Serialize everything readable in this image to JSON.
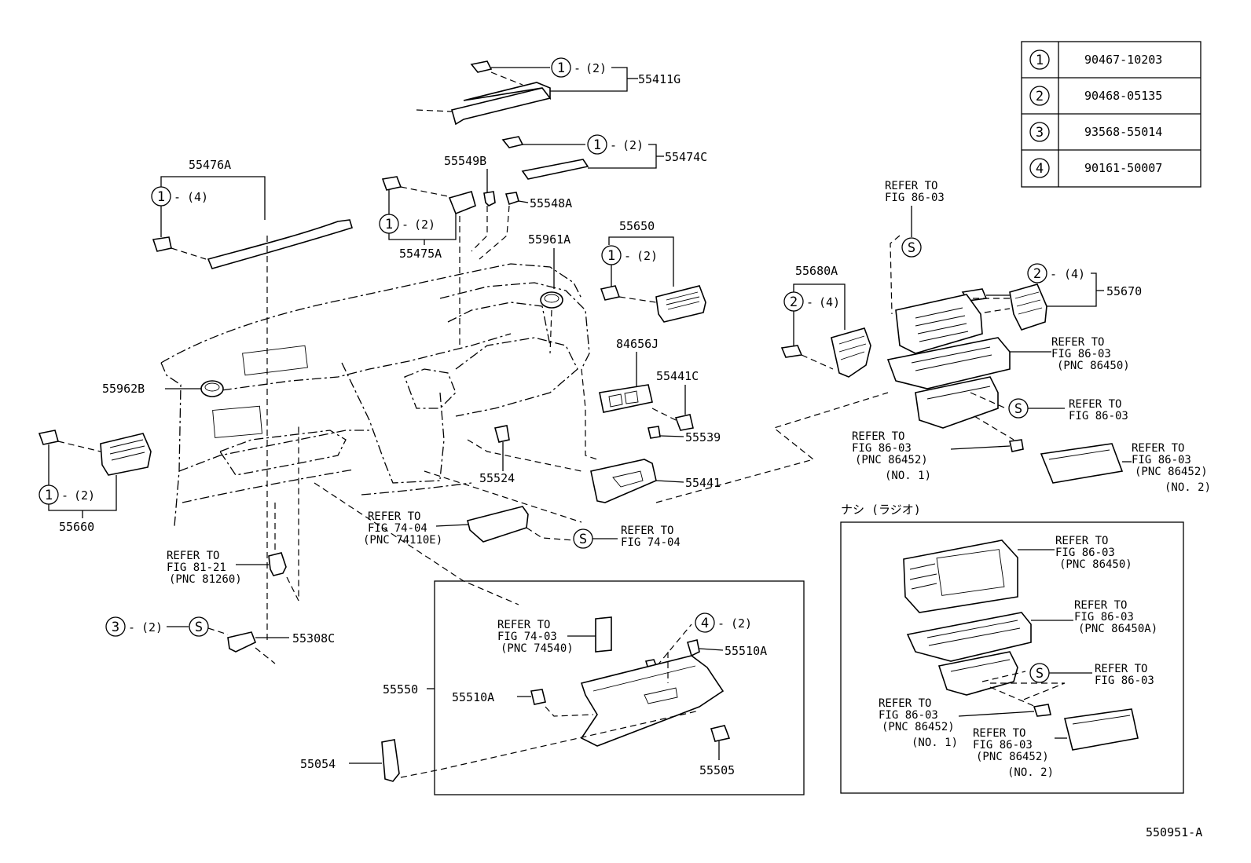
{
  "diagram_id": "550951-A",
  "legend_table": [
    {
      "num": "1",
      "part": "90467-10203"
    },
    {
      "num": "2",
      "part": "90468-05135"
    },
    {
      "num": "3",
      "part": "93568-55014"
    },
    {
      "num": "4",
      "part": "90161-50007"
    }
  ],
  "part_numbers": {
    "p55411G": "55411G",
    "p55474C": "55474C",
    "p55476A": "55476A",
    "p55549B": "55549B",
    "p55548A": "55548A",
    "p55475A": "55475A",
    "p55961A": "55961A",
    "p55650": "55650",
    "p55680A": "55680A",
    "p55670": "55670",
    "p84656J": "84656J",
    "p55441C": "55441C",
    "p55962B": "55962B",
    "p55539": "55539",
    "p55524": "55524",
    "p55441": "55441",
    "p55660": "55660",
    "p55308C": "55308C",
    "p55550": "55550",
    "p55510A_a": "55510A",
    "p55510A_b": "55510A",
    "p55505": "55505",
    "p55054": "55054"
  },
  "qty": {
    "q2": "(2)",
    "q4": "(4)"
  },
  "symbols": {
    "one": "1",
    "two": "2",
    "three": "3",
    "four": "4",
    "s": "S",
    "dash": "-"
  },
  "refer_to": "REFER TO",
  "fig": {
    "f86_03": "FIG 86-03",
    "f74_04": "FIG 74-04",
    "f74_03": "FIG 74-03",
    "f81_21": "FIG 81-21"
  },
  "pnc": {
    "p86450": "(PNC 86450)",
    "p86452": "(PNC 86452)",
    "p74110E": "(PNC 74110E)",
    "p81260": "(PNC 81260)",
    "p74540": "(PNC 74540)",
    "p86450A": "(PNC 86450A)"
  },
  "no": {
    "n1": "(NO. 1)",
    "n2": "(NO. 2)"
  },
  "inset_title": "ナシ (ラジオ)",
  "icons": {
    "circled_number": "circled-number-icon",
    "s_symbol": "s-symbol-icon"
  }
}
